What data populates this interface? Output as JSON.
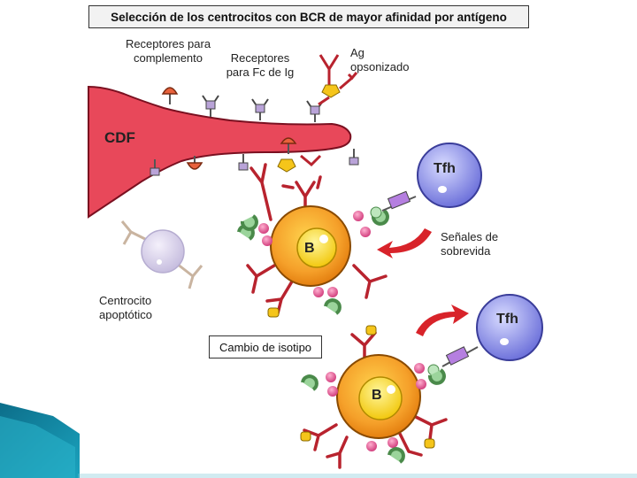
{
  "title": "Selección de los centrocitos con BCR de mayor afinidad por antígeno",
  "labels": {
    "complement_receptors_1": "Receptores para",
    "complement_receptors_2": "complemento",
    "fc_receptors_1": "Receptores",
    "fc_receptors_2": "para Fc de Ig",
    "ag_1": "Ag",
    "ag_2": "opsonizado",
    "cdf": "CDF",
    "b_top": "B",
    "b_bottom": "B",
    "tfh_top": "Tfh",
    "tfh_bottom": "Tfh",
    "survival_1": "Señales de",
    "survival_2": "sobrevida",
    "apoptotic_1": "Centrocito",
    "apoptotic_2": "apoptótico",
    "isotype_switch": "Cambio de isotipo"
  },
  "colors": {
    "cdf": "#e8485a",
    "b_cell": "#f5a02a",
    "b_nucleus": "#f7d81c",
    "tfh": "#9fa3f0",
    "antibody": "#b8232e",
    "arrow": "#d8232a",
    "apoptotic": "#d9d3ec"
  }
}
